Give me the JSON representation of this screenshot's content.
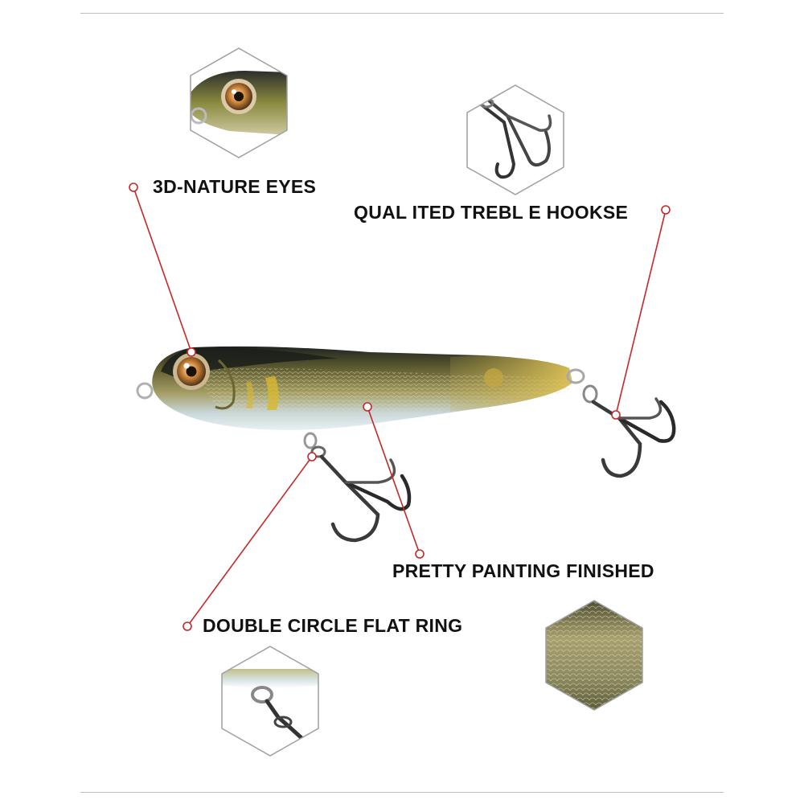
{
  "labels": {
    "eyes": "3D-NATURE EYES",
    "hooks": "QUAL ITED TREBL E HOOKSE",
    "painting": "PRETTY PAINTING FINISHED",
    "ring": "DOUBLE CIRCLE FLAT RING"
  },
  "colors": {
    "callout_line": "#c62828",
    "text": "#111111",
    "rule": "#bdbdbd",
    "hex_border": "#9e9e9e"
  },
  "icons": {
    "eye_detail": "fish-eye-closeup-icon",
    "hook_detail": "treble-hook-closeup-icon",
    "scale_detail": "scale-texture-closeup-icon",
    "ring_detail": "split-ring-closeup-icon"
  }
}
